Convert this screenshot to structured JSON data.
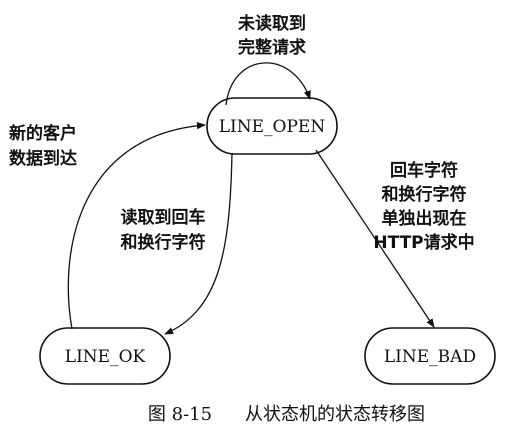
{
  "diagram": {
    "states": {
      "line_open": "LINE_OPEN",
      "line_ok": "LINE_OK",
      "line_bad": "LINE_BAD"
    },
    "transitions": {
      "self_loop": [
        "未读取到",
        "完整请求"
      ],
      "new_data": [
        "新的客户",
        "数据到达"
      ],
      "crlf_read": [
        "读取到回车",
        "和换行字符"
      ],
      "crlf_alone": [
        "回车字符",
        "和换行字符",
        "单独出现在",
        "HTTP请求中"
      ]
    }
  },
  "caption": {
    "number": "图 8-15",
    "title": "从状态机的状态转移图"
  },
  "colors": {
    "line": "#111111",
    "background": "#ffffff"
  }
}
